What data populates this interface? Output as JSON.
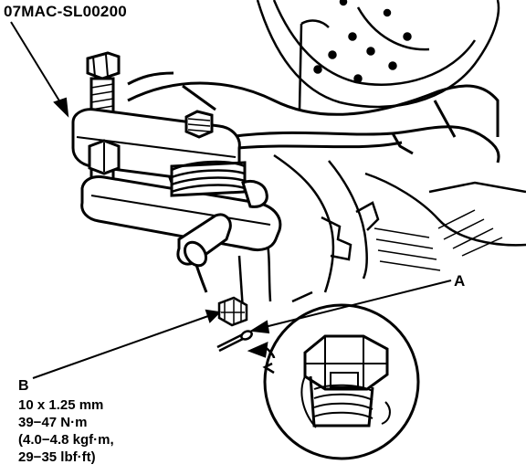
{
  "tool_label": "07MAC-SL00200",
  "callouts": {
    "a": "A",
    "b": "B"
  },
  "spec_lines": [
    "10  x 1.25 mm",
    "39−47 N·m",
    "(4.0−4.8 kgf·m,",
    "29−35 lbf·ft)"
  ],
  "colors": {
    "ink": "#000000",
    "paper": "#ffffff"
  }
}
